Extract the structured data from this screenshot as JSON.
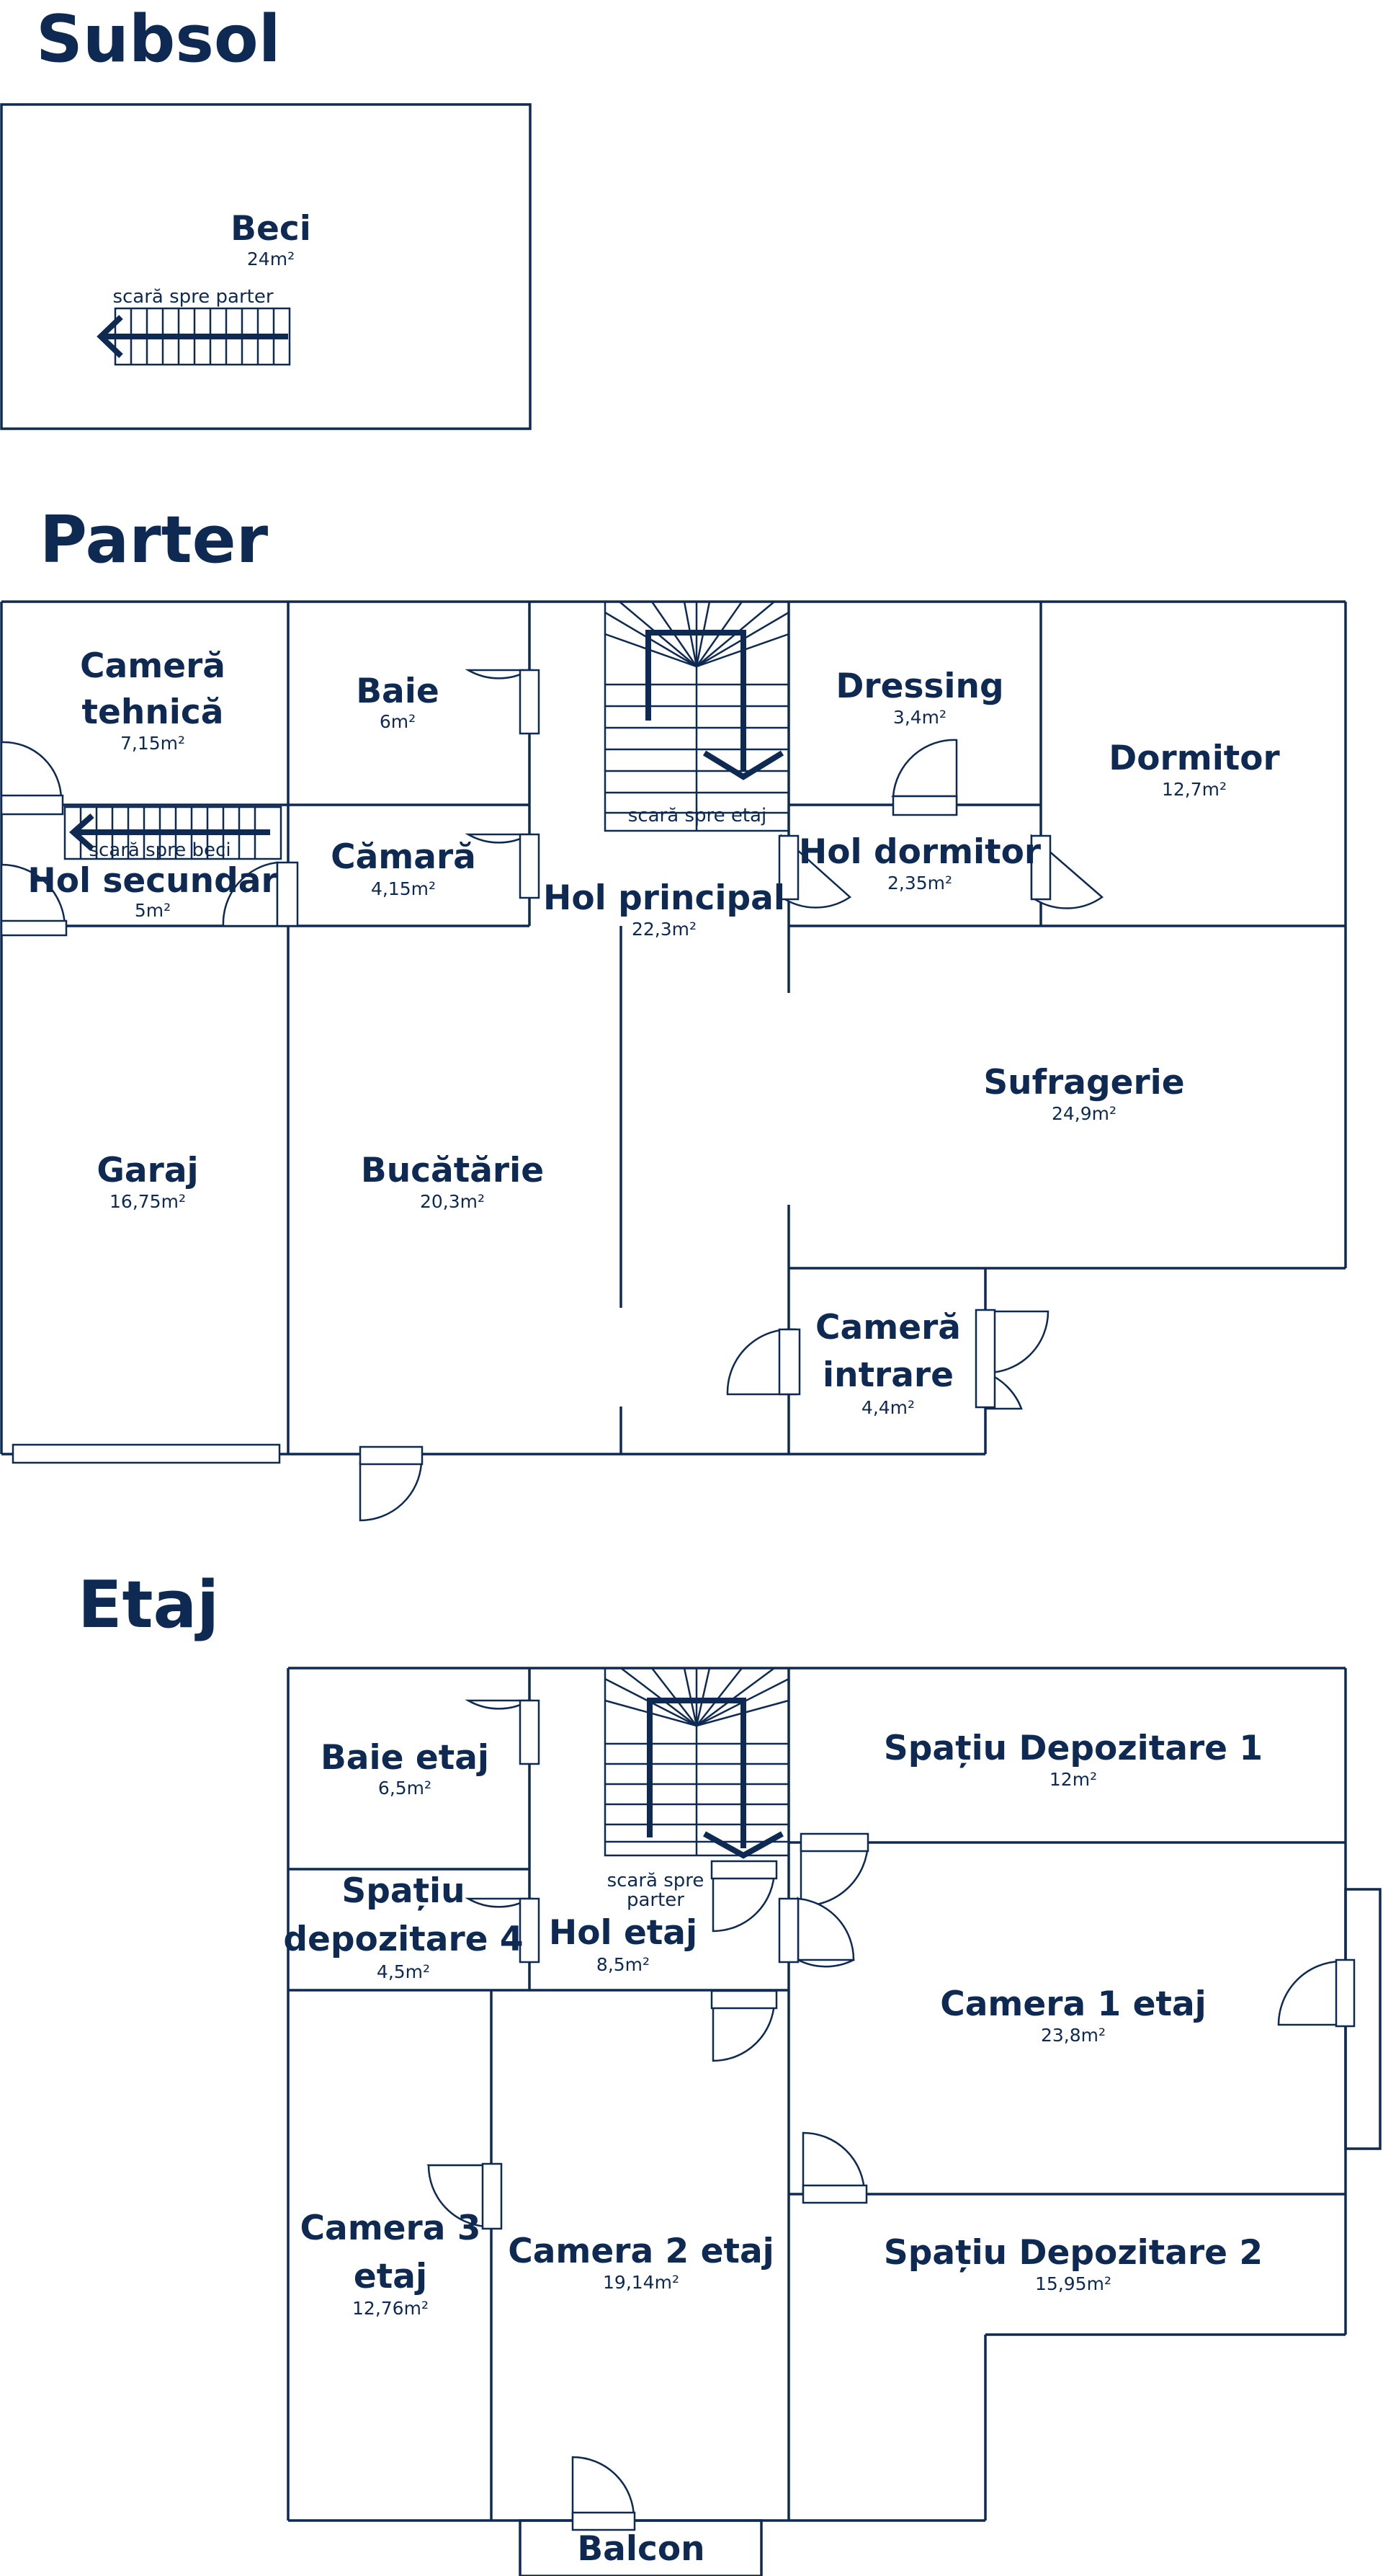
{
  "levels": {
    "subsol": "Subsol",
    "parter": "Parter",
    "etaj": "Etaj"
  },
  "rooms": {
    "beci": {
      "name": "Beci",
      "area": "24m²"
    },
    "camera_tehnica": {
      "name_1": "Cameră",
      "name_2": "tehnică",
      "area": "7,15m²"
    },
    "baie": {
      "name": "Baie",
      "area": "6m²"
    },
    "dressing": {
      "name": "Dressing",
      "area": "3,4m²"
    },
    "dormitor": {
      "name": "Dormitor",
      "area": "12,7m²"
    },
    "camara": {
      "name": "Cămară",
      "area": "4,15m²"
    },
    "hol_secundar": {
      "name": "Hol secundar",
      "area": "5m²"
    },
    "hol_principal": {
      "name": "Hol principal",
      "area": "22,3m²"
    },
    "hol_dormitor": {
      "name": "Hol dormitor",
      "area": "2,35m²"
    },
    "sufragerie": {
      "name": "Sufragerie",
      "area": "24,9m²"
    },
    "garaj": {
      "name": "Garaj",
      "area": "16,75m²"
    },
    "bucatarie": {
      "name": "Bucătărie",
      "area": "20,3m²"
    },
    "camera_intrare": {
      "name_1": "Cameră",
      "name_2": "intrare",
      "area": "4,4m²"
    },
    "baie_etaj": {
      "name": "Baie etaj",
      "area": "6,5m²"
    },
    "spatiu_depozitare_1": {
      "name": "Spațiu Depozitare 1",
      "area": "12m²"
    },
    "spatiu_depozitare_4": {
      "name_1": "Spațiu",
      "name_2": "depozitare 4",
      "area": "4,5m²"
    },
    "hol_etaj": {
      "name": "Hol etaj",
      "area": "8,5m²"
    },
    "camera_1_etaj": {
      "name": "Camera 1 etaj",
      "area": "23,8m²"
    },
    "camera_3_etaj": {
      "name_1": "Camera 3",
      "name_2": "etaj",
      "area": "12,76m²"
    },
    "camera_2_etaj": {
      "name": "Camera 2 etaj",
      "area": "19,14m²"
    },
    "spatiu_depozitare_2": {
      "name": "Spațiu Depozitare 2",
      "area": "15,95m²"
    },
    "balcon_side": {
      "name": "Balcon"
    },
    "balcon_bottom": {
      "name": "Balcon"
    }
  },
  "notes": {
    "scara_spre_parter_subsol": "scară spre parter",
    "scara_spre_etaj": "scară spre etaj",
    "scara_spre_beci": "scară spre beci",
    "scara_spre_parter_etaj_1": "scară spre",
    "scara_spre_parter_etaj_2": "parter"
  },
  "colors": {
    "ink": "#0e2a52",
    "background": "#ffffff"
  }
}
